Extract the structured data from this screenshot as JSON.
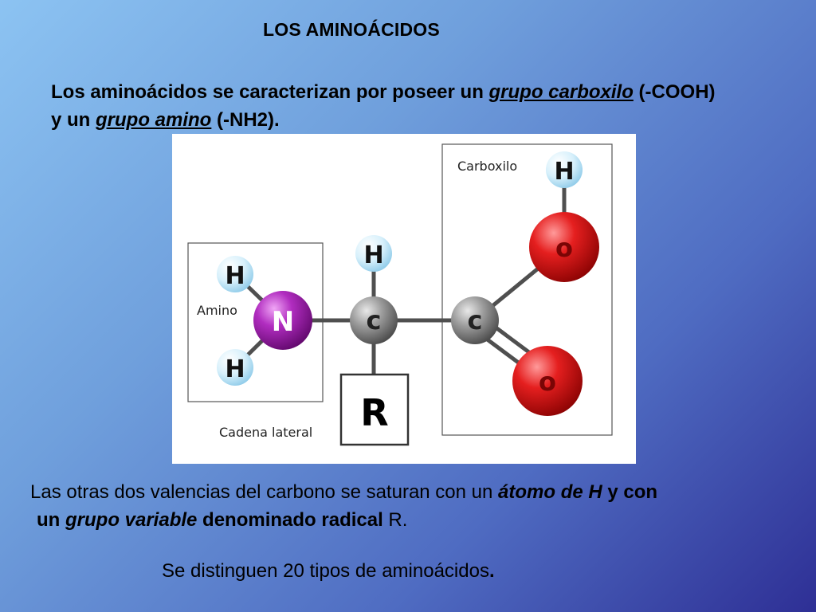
{
  "title": "LOS AMINOÁCIDOS",
  "intro": {
    "part1": "Los aminoácidos se caracterizan por poseer un ",
    "carboxyl_term": "grupo carboxilo",
    "part2": " (-COOH)",
    "part3": "y un ",
    "amino_term": "grupo amino",
    "part4": " (-NH2)."
  },
  "diagram": {
    "box_labels": {
      "carboxyl": "Carboxilo",
      "amino": "Amino",
      "side_chain": "Cadena lateral"
    },
    "atoms": {
      "nitrogen": "N",
      "hydrogen": "H",
      "carbon": "c",
      "oxygen": "o",
      "radical": "R"
    },
    "colors": {
      "nitrogen": "#9b18a8",
      "hydrogen": "#bfe6f8",
      "carbon": "#8a8a8a",
      "oxygen": "#e01c1c"
    }
  },
  "bottom": {
    "line1_part1": "Las otras dos valencias del carbono se saturan con un ",
    "line1_term": "átomo de H",
    "line1_part2": " y con",
    "line2_part1": "un ",
    "line2_term": "grupo variable",
    "line2_part2": " denominado radical",
    "line2_part3": " R."
  },
  "final": {
    "text": "Se distinguen 20 tipos de aminoácidos",
    "end": "."
  }
}
